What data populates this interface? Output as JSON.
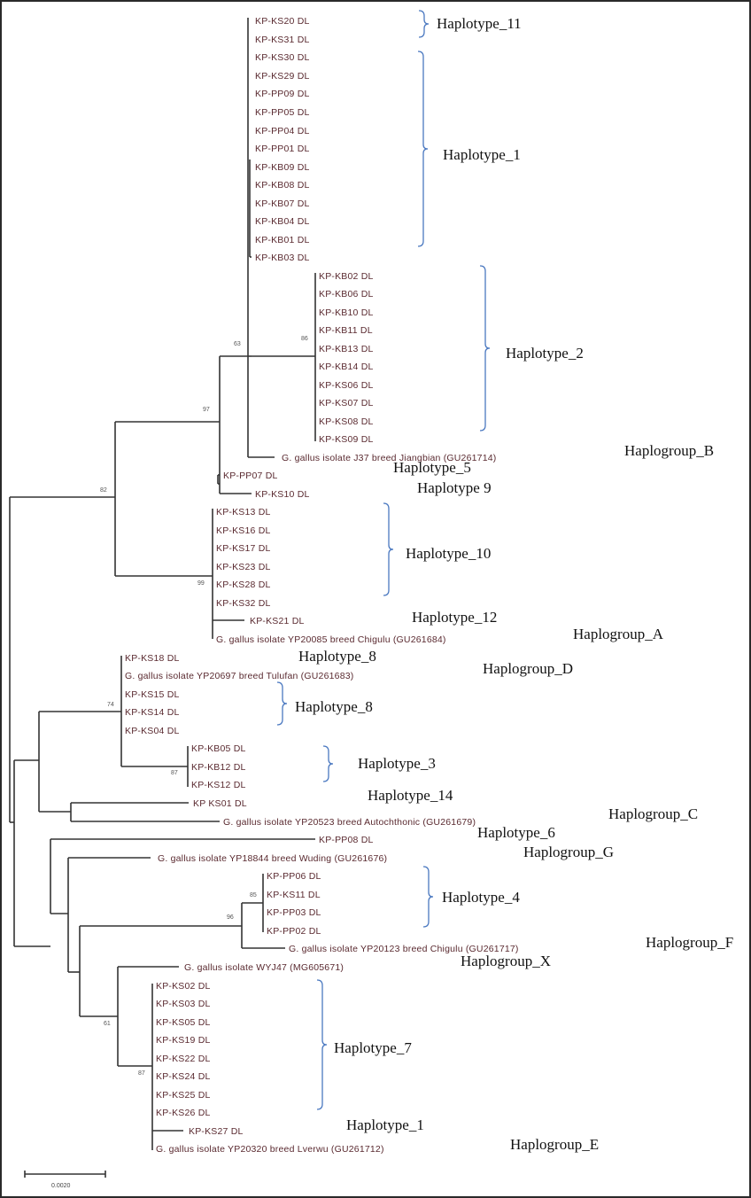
{
  "figure": {
    "type": "phylogenetic_tree",
    "scale_bar_label": "0.0020"
  },
  "leaves": [
    "KP-KS20 DL",
    "KP-KS31 DL",
    "KP-KS30 DL",
    "KP-KS29 DL",
    "KP-PP09 DL",
    "KP-PP05 DL",
    "KP-PP04 DL",
    "KP-PP01 DL",
    "KP-KB09 DL",
    "KP-KB08 DL",
    "KP-KB07 DL",
    "KP-KB04 DL",
    "KP-KB01 DL",
    "KP-KB03 DL",
    "KP-KB02 DL",
    "KP-KB06 DL",
    "KP-KB10 DL",
    "KP-KB11 DL",
    "KP-KB13 DL",
    "KP-KB14 DL",
    "KP-KS06 DL",
    "KP-KS07 DL",
    "KP-KS08 DL",
    "KP-KS09 DL",
    "G. gallus isolate J37 breed Jiangbian (GU261714)",
    "KP-PP07 DL",
    "KP-KS10 DL",
    "KP-KS13 DL",
    "KP-KS16 DL",
    "KP-KS17 DL",
    "KP-KS23 DL",
    "KP-KS28 DL",
    "KP-KS32 DL",
    "KP-KS21 DL",
    "G. gallus isolate YP20085 breed Chigulu (GU261684)",
    "KP-KS18 DL",
    "G. gallus isolate YP20697 breed Tulufan (GU261683)",
    "KP-KS15 DL",
    "KP-KS14 DL",
    "KP-KS04 DL",
    "KP-KB05 DL",
    "KP-KB12 DL",
    "KP-KS12 DL",
    "KP KS01 DL",
    "G. gallus isolate YP20523 breed Autochthonic (GU261679)",
    "KP-PP08 DL",
    "G. gallus isolate YP18844 breed Wuding (GU261676)",
    "KP-PP06 DL",
    "KP-KS11 DL",
    "KP-PP03 DL",
    "KP-PP02 DL",
    "G. gallus isolate YP20123 breed Chigulu (GU261717)",
    "G. gallus isolate WYJ47 (MG605671)",
    "KP-KS02 DL",
    "KP-KS03 DL",
    "KP-KS05 DL",
    "KP-KS19 DL",
    "KP-KS22 DL",
    "KP-KS24 DL",
    "KP-KS25 DL",
    "KP-KS26 DL",
    "KP-KS27 DL",
    "G. gallus isolate YP20320 breed Lverwu (GU261712)"
  ],
  "bootstrap": [
    "63",
    "86",
    "97",
    "82",
    "99",
    "74",
    "87",
    "85",
    "96",
    "61",
    "87"
  ],
  "haplotype_labels": [
    "Haplotype_11",
    "Haplotype_1",
    "Haplotype_2",
    "Haplotype_5",
    "Haplotype 9",
    "Haplotype_10",
    "Haplotype_12",
    "Haplotype_8",
    "Haplotype_8",
    "Haplotype_3",
    "Haplotype_14",
    "Haplotype_6",
    "Haplotype_4",
    "Haplotype_7",
    "Haplotype_1"
  ],
  "haplogroup_labels": [
    "Haplogroup_B",
    "Haplogroup_A",
    "Haplogroup_D",
    "Haplogroup_C",
    "Haplogroup_G",
    "Haplogroup_F",
    "Haplogroup_X",
    "Haplogroup_E"
  ],
  "colors": {
    "branch": "#333333",
    "leaf_text": "#5a2a30",
    "brace": "#4a78c0",
    "annotation_text": "#111111"
  }
}
